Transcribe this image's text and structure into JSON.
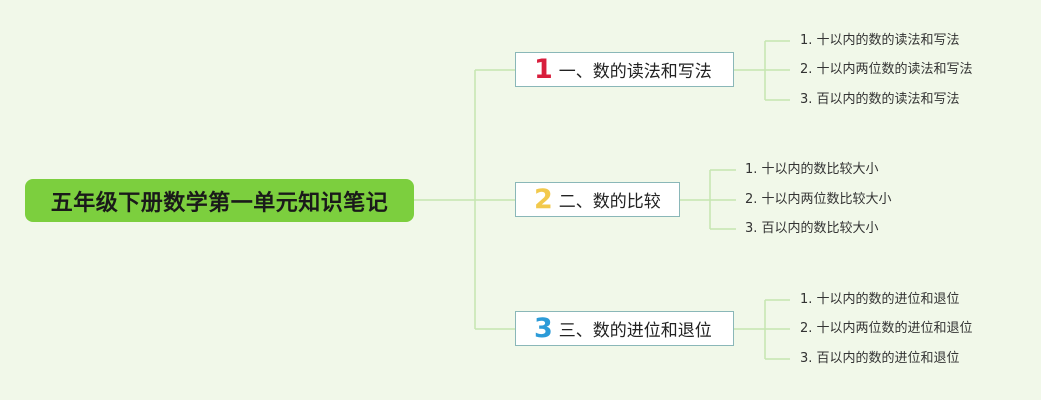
{
  "root": {
    "title": "五年级下册数学第一单元知识笔记"
  },
  "colors": {
    "background": "#f1f8e9",
    "root_fill": "#7ccf3e",
    "connector": "#c5e6b0",
    "branch_border": "#8ab7b8",
    "num1": "#d81e3c",
    "num2": "#f2c94c",
    "num3": "#2c9bd8"
  },
  "branches": [
    {
      "number": "1",
      "label": "一、数的读法和写法",
      "items": [
        "1. 十以内的数的读法和写法",
        "2. 十以内两位数的读法和写法",
        "3. 百以内的数的读法和写法"
      ]
    },
    {
      "number": "2",
      "label": "二、数的比较",
      "items": [
        "1. 十以内的数比较大小",
        "2. 十以内两位数比较大小",
        "3. 百以内的数比较大小"
      ]
    },
    {
      "number": "3",
      "label": "三、数的进位和退位",
      "items": [
        "1. 十以内的数的进位和退位",
        "2. 十以内两位数的进位和退位",
        "3. 百以内的数的进位和退位"
      ]
    }
  ]
}
